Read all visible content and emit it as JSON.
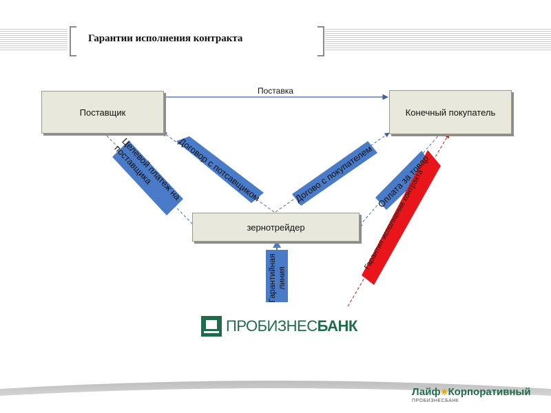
{
  "header": {
    "title": "Гарантии исполнения контракта"
  },
  "diagram": {
    "nodes": {
      "supplier": "Поставщик",
      "buyer": "Конечный покупатель",
      "trader": "зернотрейдер"
    },
    "edges": {
      "delivery": "Поставка",
      "target_payment": "Целевой платеж на поставщика",
      "contract_supplier": "Договор с потсавщиком",
      "contract_buyer": "Догово с покупателем",
      "payment_goods": "Оплата за товар",
      "guarantee_contract": "Гарантия исполнения контракта",
      "guarantee_line": "Гарантийная линия"
    },
    "colors": {
      "box_fill": "#e8e8dc",
      "band_blue": "#4a7bc8",
      "band_red": "#e8161b",
      "bank_green": "#1f6b4a"
    }
  },
  "logos": {
    "bank": {
      "prefix": "ПРОБИЗНЕС",
      "suffix": "БАНК"
    },
    "life": {
      "name_left": "Лайф",
      "name_right": "Корпоративный",
      "sub": "ПРОБИЗНЕСБАНК"
    }
  }
}
